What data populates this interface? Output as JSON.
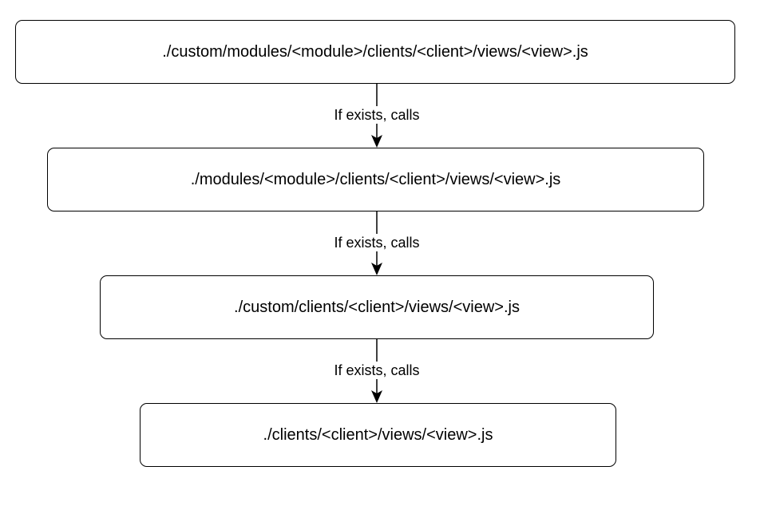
{
  "nodes": [
    {
      "label": "./custom/modules/<module>/clients/<client>/views/<view>.js"
    },
    {
      "label": "./modules/<module>/clients/<client>/views/<view>.js"
    },
    {
      "label": "./custom/clients/<client>/views/<view>.js"
    },
    {
      "label": "./clients/<client>/views/<view>.js"
    }
  ],
  "edges": [
    {
      "label": "If exists, calls"
    },
    {
      "label": "If exists, calls"
    },
    {
      "label": "If exists, calls"
    }
  ]
}
